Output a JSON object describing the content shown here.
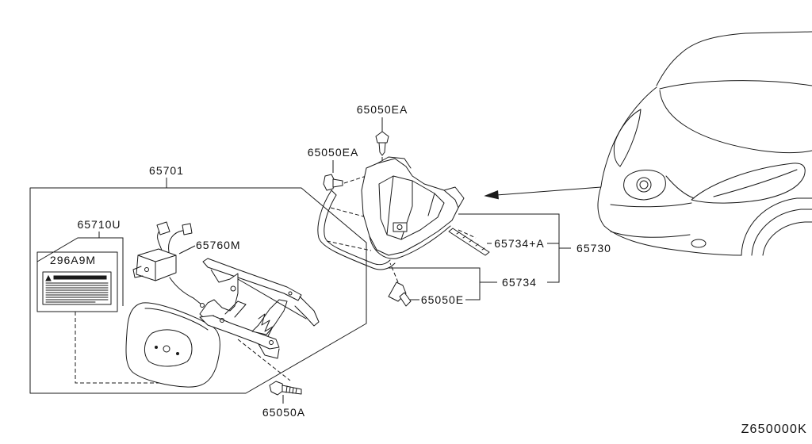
{
  "diagram": {
    "callouts": [
      {
        "part_no": "65050EA"
      },
      {
        "part_no": "65050EA"
      },
      {
        "part_no": "65701"
      },
      {
        "part_no": "65710U"
      },
      {
        "part_no": "65760M"
      },
      {
        "part_no": "296A9M"
      },
      {
        "part_no": "65734+A"
      },
      {
        "part_no": "65730"
      },
      {
        "part_no": "65734"
      },
      {
        "part_no": "65050E"
      },
      {
        "part_no": "65050A"
      }
    ],
    "drawing_code": "Z650000K"
  }
}
